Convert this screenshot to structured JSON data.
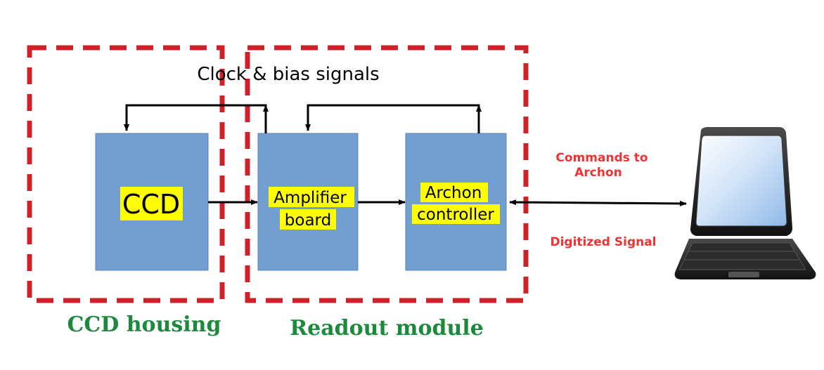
{
  "diagram": {
    "clock_label": "Clock & bias signals",
    "ccd_label": "CCD",
    "amplifier_label_line1": "Amplifier",
    "amplifier_label_line2": "board",
    "archon_label_line1": "Archon",
    "archon_label_line2": "controller",
    "commands_label_line1": "Commands to",
    "commands_label_line2": "Archon",
    "digitized_label": "Digitized Signal",
    "ccd_housing_label": "CCD housing",
    "readout_module_label": "Readout module"
  },
  "colors": {
    "block_fill": "#729fcf",
    "highlight": "#ffff00",
    "dashed_border": "#d0202a",
    "signal_text": "#ee3333",
    "group_label": "#1b8a3b",
    "arrow": "#000000"
  },
  "icons": {
    "computer": "laptop-icon"
  }
}
